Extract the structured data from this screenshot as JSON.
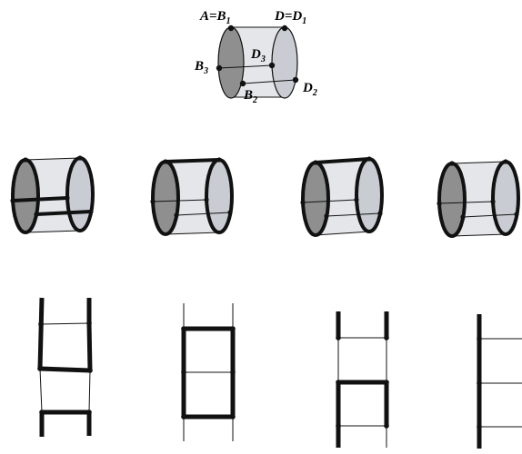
{
  "labels": {
    "a_eq_b1": {
      "main": "A=B",
      "sub": "1"
    },
    "d_eq_d1": {
      "main": "D=D",
      "sub": "1"
    },
    "d3": {
      "main": "D",
      "sub": "3"
    },
    "b3": {
      "main": "B",
      "sub": "3"
    },
    "b2": {
      "main": "B",
      "sub": "2"
    },
    "d2": {
      "main": "D",
      "sub": "2"
    }
  },
  "colors": {
    "left_disk_fill": "#8f8f8f",
    "right_disk_fill": "#c9ccd2",
    "band_fill": "#e4e6e9",
    "stroke": "#111111"
  }
}
